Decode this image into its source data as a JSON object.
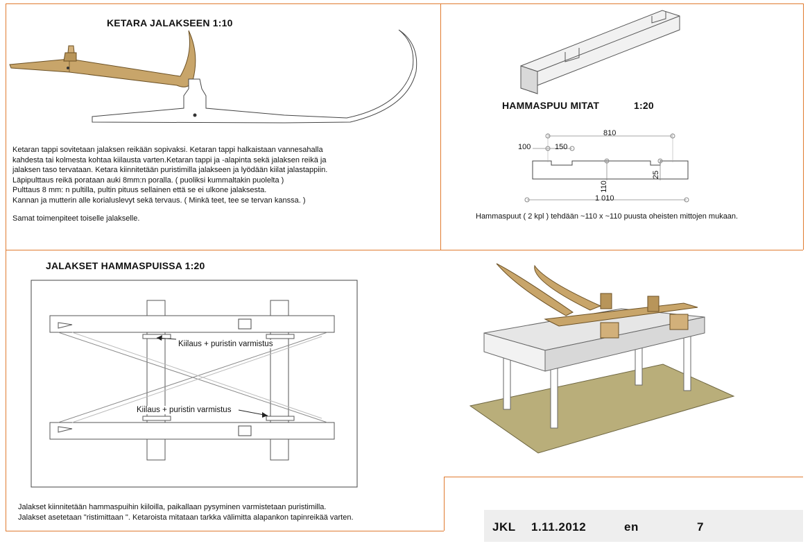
{
  "sections": {
    "ketara": {
      "title": "KETARA JALAKSEEN  1:10",
      "text": "Ketaran tappi sovitetaan jalaksen reikään sopivaksi. Ketaran tappi halkaistaan vannesahalla\nkahdesta tai kolmesta kohtaa kiilausta varten.Ketaran tappi ja -alapinta sekä jalaksen reikä ja\njalaksen taso tervataan. Ketara kiinnitetään puristimilla jalakseen ja lyödään kiilat jalastappiin.\nLäpipulttaus reikä porataan auki 8mm:n poralla. ( puoliksi kummaltakin puolelta )\nPulttaus 8 mm: n pultilla, pultin pituus sellainen että se ei  ulkone jalaksesta.\nKannan ja mutterin alle korialuslevyt sekä tervaus. ( Minkä teet, tee se tervan kanssa. )",
      "text2": "Samat toimenpiteet toiselle jalakselle."
    },
    "hammaspuu": {
      "title": "HAMMASPUU  MITAT",
      "scale": "1:20",
      "dims": {
        "d810": "810",
        "d100": "100",
        "d150": "150",
        "d25": "25",
        "d110": "110",
        "d1010": "1 010"
      },
      "caption": "Hammaspuut ( 2 kpl ) tehdään ~110 x ~110 puusta oheisten mittojen mukaan."
    },
    "jalakset": {
      "title": "JALAKSET HAMMASPUISSA  1:20",
      "label1": "Kiilaus + puristin varmistus",
      "label2": "Kiilaus + puristin varmistus",
      "text": "Jalakset kiinnitetään hammaspuihin kiiloilla, paikallaan pysyminen varmistetaan puristimilla.\nJalakset asetetaan \"ristimittaan \". Ketaroista mitataan tarkka välimitta alapankon tapinreikää varten."
    },
    "footer": {
      "org": "JKL",
      "date": "1.11.2012",
      "lang": "en",
      "page": "7"
    }
  },
  "colors": {
    "frame": "#e07a2e",
    "wood": "#c8a56a",
    "wood_dark": "#8a6a35",
    "board": "#b9ae7a",
    "footer_bg": "#eeeeee"
  }
}
